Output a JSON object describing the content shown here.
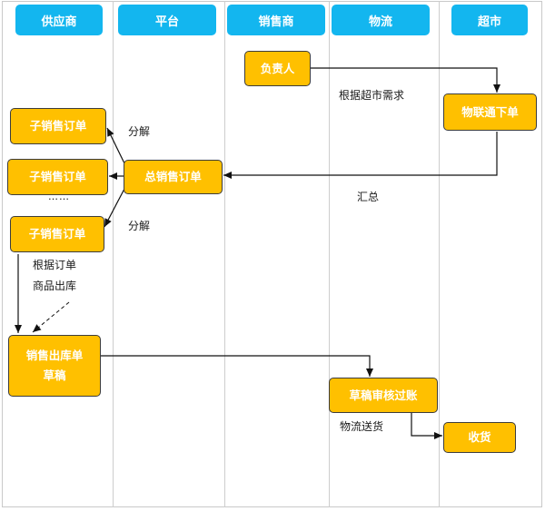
{
  "lanes": {
    "supplier": "供应商",
    "platform": "平台",
    "distributor": "销售商",
    "logistics": "物流",
    "supermarket": "超市"
  },
  "nodes": {
    "manager": "负责人",
    "iot_order": "物联通下单",
    "total_order": "总销售订单",
    "sub_order_1": "子销售订单",
    "sub_order_2": "子销售订单",
    "sub_order_3": "子销售订单",
    "ellipsis": "……",
    "outbound_draft_line1": "销售出库单",
    "outbound_draft_line2": "草稿",
    "draft_review": "草稿审核过账",
    "receive": "收货"
  },
  "labels": {
    "by_demand": "根据超市需求",
    "summary": "汇总",
    "split_top": "分解",
    "split_bottom": "分解",
    "by_order_line1": "根据订单",
    "by_order_line2": "商品出库",
    "ship": "物流送货"
  },
  "colors": {
    "lane_header": "#13b6ef",
    "node_fill": "#ffc000",
    "node_border": "#3c3c3c",
    "arrow": "#111111"
  }
}
